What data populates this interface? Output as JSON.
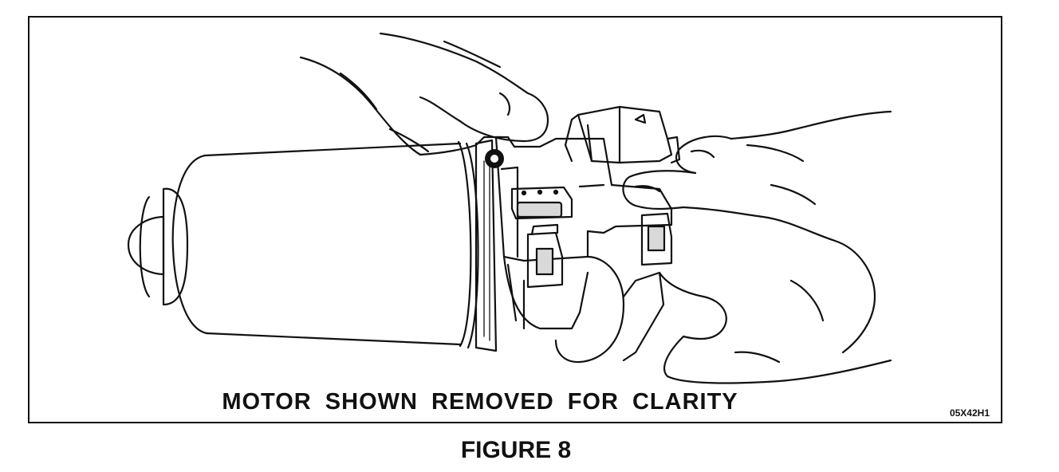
{
  "caption": "MOTOR SHOWN REMOVED FOR CLARITY",
  "reference_code": "05X42H1",
  "figure_label": "FIGURE 8",
  "colors": {
    "line": "#111111",
    "background": "#ffffff",
    "shade": "#d9d9d9"
  }
}
